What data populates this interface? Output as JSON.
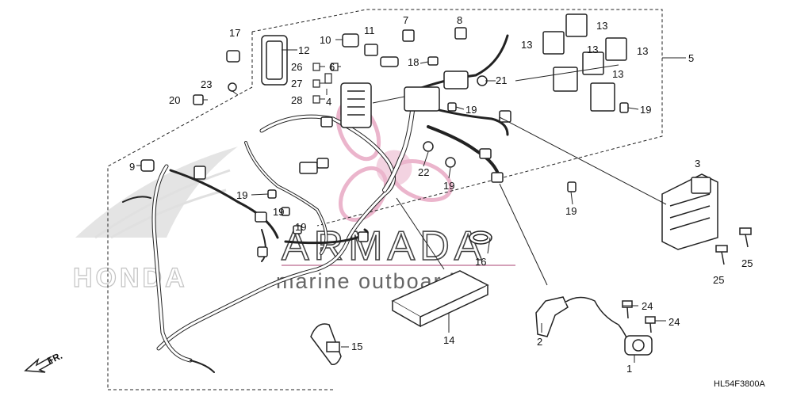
{
  "callouts": {
    "p1": "1",
    "p2": "2",
    "p3": "3",
    "p4": "4",
    "p5": "5",
    "p6": "6",
    "p7": "7",
    "p8": "8",
    "p9": "9",
    "p10": "10",
    "p11": "11",
    "p12": "12",
    "p13a": "13",
    "p13b": "13",
    "p13c": "13",
    "p13d": "13",
    "p13e": "13",
    "p14": "14",
    "p15": "15",
    "p16": "16",
    "p17": "17",
    "p18": "18",
    "p19a": "19",
    "p19b": "19",
    "p19c": "19",
    "p19d": "19",
    "p19e": "19",
    "p19f": "19",
    "p20": "20",
    "p21": "21",
    "p22": "22",
    "p23": "23",
    "p24a": "24",
    "p24b": "24",
    "p25a": "25",
    "p25b": "25",
    "p26": "26",
    "p27": "27",
    "p28": "28"
  },
  "watermark": {
    "brand": "ARMADA",
    "tagline": "marine outboards",
    "maker": "HONDA",
    "brand_color": "#d4a0b8"
  },
  "direction": {
    "label": "FR."
  },
  "drawing_code": "HL54F3800A"
}
